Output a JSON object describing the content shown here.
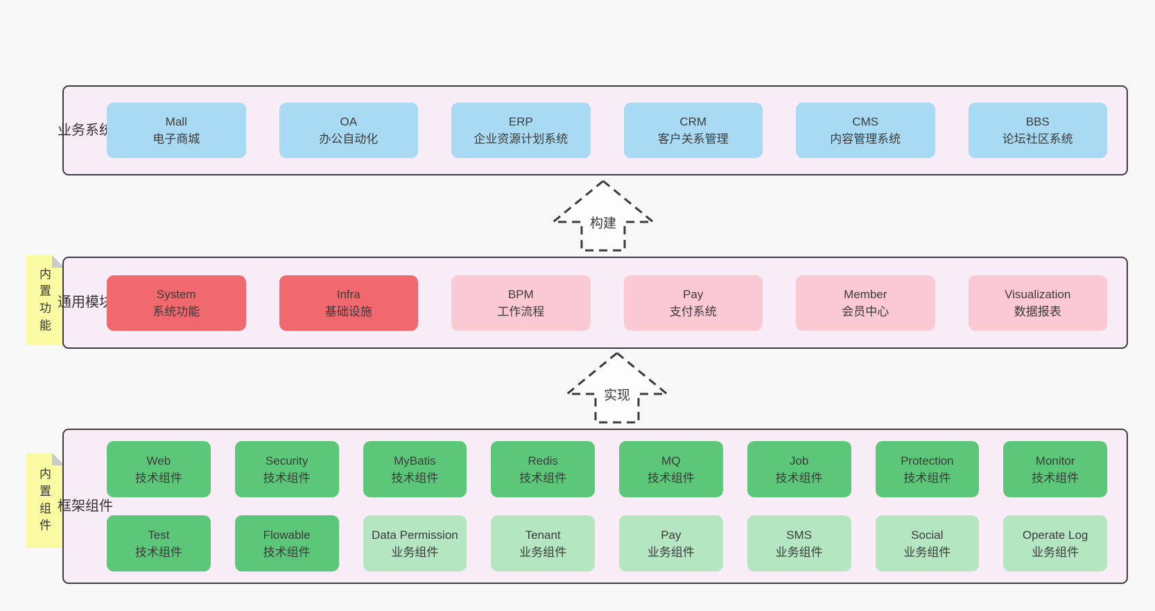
{
  "colors": {
    "page_background": "#f8f8f8",
    "layer_fill": "#f8ecf6",
    "layer_border": "#3d3d3d",
    "blue_box": "#a8dbf3",
    "red_box": "#f0696e",
    "pink_box": "#fac9d3",
    "green_box": "#5dc779",
    "light_green_box": "#b4e6c1",
    "sticky_note": "#fafaa3",
    "note_fold": "#cacaca",
    "text": "#3b3b3b"
  },
  "arrows": [
    {
      "label": "构建"
    },
    {
      "label": "实现"
    }
  ],
  "layers": [
    {
      "id": "business-systems",
      "label": "业务系统",
      "boxes": [
        {
          "en": "Mall",
          "zh": "电子商城",
          "variant": "blue"
        },
        {
          "en": "OA",
          "zh": "办公自动化",
          "variant": "blue"
        },
        {
          "en": "ERP",
          "zh": "企业资源计划系统",
          "variant": "blue"
        },
        {
          "en": "CRM",
          "zh": "客户关系管理",
          "variant": "blue"
        },
        {
          "en": "CMS",
          "zh": "内容管理系统",
          "variant": "blue"
        },
        {
          "en": "BBS",
          "zh": "论坛社区系统",
          "variant": "blue"
        }
      ]
    },
    {
      "id": "common-modules",
      "label": "通用模块",
      "note": "内置功能",
      "boxes": [
        {
          "en": "System",
          "zh": "系统功能",
          "variant": "red"
        },
        {
          "en": "Infra",
          "zh": "基础设施",
          "variant": "red"
        },
        {
          "en": "BPM",
          "zh": "工作流程",
          "variant": "pink"
        },
        {
          "en": "Pay",
          "zh": "支付系统",
          "variant": "pink"
        },
        {
          "en": "Member",
          "zh": "会员中心",
          "variant": "pink"
        },
        {
          "en": "Visualization",
          "zh": "数据报表",
          "variant": "pink"
        }
      ]
    },
    {
      "id": "framework-components",
      "label": "框架组件",
      "note": "内置组件",
      "rows": [
        [
          {
            "en": "Web",
            "zh": "技术组件",
            "variant": "green"
          },
          {
            "en": "Security",
            "zh": "技术组件",
            "variant": "green"
          },
          {
            "en": "MyBatis",
            "zh": "技术组件",
            "variant": "green"
          },
          {
            "en": "Redis",
            "zh": "技术组件",
            "variant": "green"
          },
          {
            "en": "MQ",
            "zh": "技术组件",
            "variant": "green"
          },
          {
            "en": "Job",
            "zh": "技术组件",
            "variant": "green"
          },
          {
            "en": "Protection",
            "zh": "技术组件",
            "variant": "green"
          },
          {
            "en": "Monitor",
            "zh": "技术组件",
            "variant": "green"
          }
        ],
        [
          {
            "en": "Test",
            "zh": "技术组件",
            "variant": "green"
          },
          {
            "en": "Flowable",
            "zh": "技术组件",
            "variant": "green"
          },
          {
            "en": "Data Permission",
            "zh": "业务组件",
            "variant": "lightgreen"
          },
          {
            "en": "Tenant",
            "zh": "业务组件",
            "variant": "lightgreen"
          },
          {
            "en": "Pay",
            "zh": "业务组件",
            "variant": "lightgreen"
          },
          {
            "en": "SMS",
            "zh": "业务组件",
            "variant": "lightgreen"
          },
          {
            "en": "Social",
            "zh": "业务组件",
            "variant": "lightgreen"
          },
          {
            "en": "Operate Log",
            "zh": "业务组件",
            "variant": "lightgreen"
          }
        ]
      ]
    }
  ]
}
